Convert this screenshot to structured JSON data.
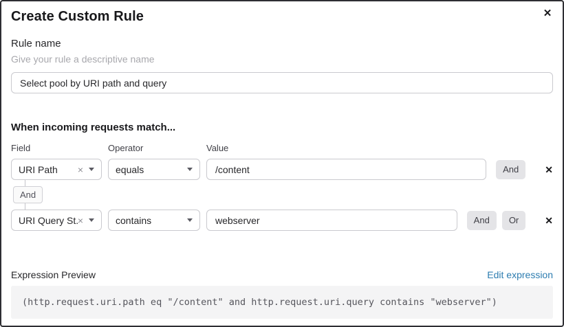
{
  "dialog": {
    "title": "Create Custom Rule",
    "close_icon": "✕"
  },
  "rule_name": {
    "label": "Rule name",
    "hint": "Give your rule a descriptive name",
    "value": "Select pool by URI path and query"
  },
  "matcher": {
    "heading": "When incoming requests match...",
    "column_labels": [
      "Field",
      "Operator",
      "Value"
    ],
    "connector_label": "And",
    "rows": [
      {
        "field": "URI Path",
        "clear_icon": "×",
        "operator": "equals",
        "value": "/content",
        "buttons": [
          "And"
        ],
        "delete_icon": "✕"
      },
      {
        "field": "URI Query St...",
        "clear_icon": "×",
        "operator": "contains",
        "value": "webserver",
        "buttons": [
          "And",
          "Or"
        ],
        "delete_icon": "✕"
      }
    ]
  },
  "preview": {
    "label": "Expression Preview",
    "edit_link": "Edit expression",
    "expression": "(http.request.uri.path eq \"/content\" and http.request.uri.query contains \"webserver\")"
  },
  "colors": {
    "link": "#2c7cb0",
    "button_bg": "#e4e4e7",
    "code_bg": "#f4f4f5",
    "border": "#c9c9ce",
    "dialog_border": "#2e2e32"
  }
}
